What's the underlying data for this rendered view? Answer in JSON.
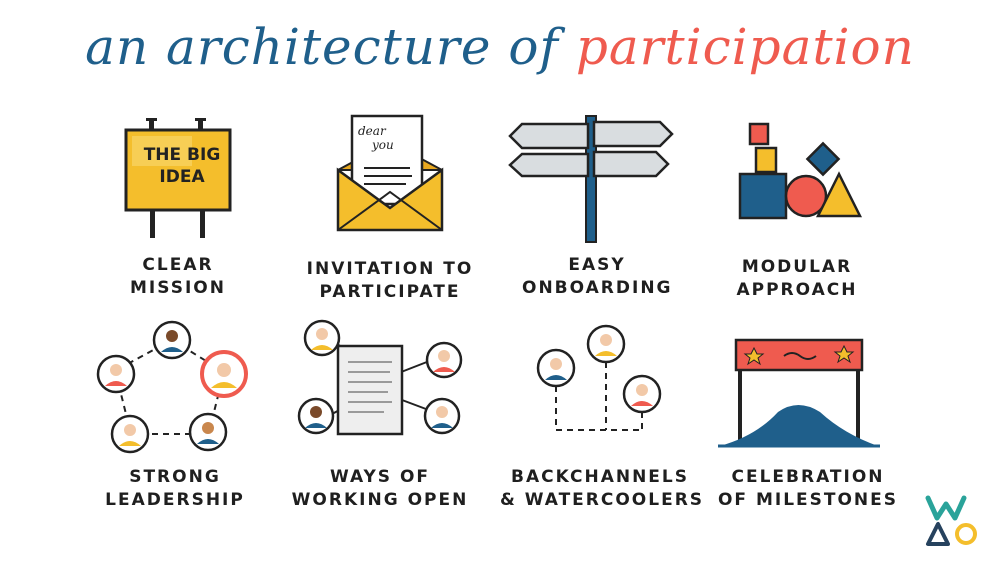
{
  "title": {
    "part1": "an architecture of",
    "part2": "participation"
  },
  "sign_text": {
    "line1": "THE BIG",
    "line2": "IDEA"
  },
  "letter_text": {
    "line1": "dear",
    "line2": "you"
  },
  "items": [
    {
      "line1": "CLEAR",
      "line2": "MISSION"
    },
    {
      "line1": "INVITATION TO",
      "line2": "PARTICIPATE"
    },
    {
      "line1": "EASY",
      "line2": "ONBOARDING"
    },
    {
      "line1": "MODULAR",
      "line2": "APPROACH"
    },
    {
      "line1": "STRONG",
      "line2": "LEADERSHIP"
    },
    {
      "line1": "WAYS OF",
      "line2": "WORKING OPEN"
    },
    {
      "line1": "BACKCHANNELS",
      "line2": "& WATERCOOLERS"
    },
    {
      "line1": "CELEBRATION",
      "line2": "OF MILESTONES"
    }
  ],
  "colors": {
    "blue": "#1f5f8b",
    "red": "#ef5b4f",
    "yellow": "#f4be2c",
    "teal": "#2aa39a",
    "navy": "#26425e"
  }
}
